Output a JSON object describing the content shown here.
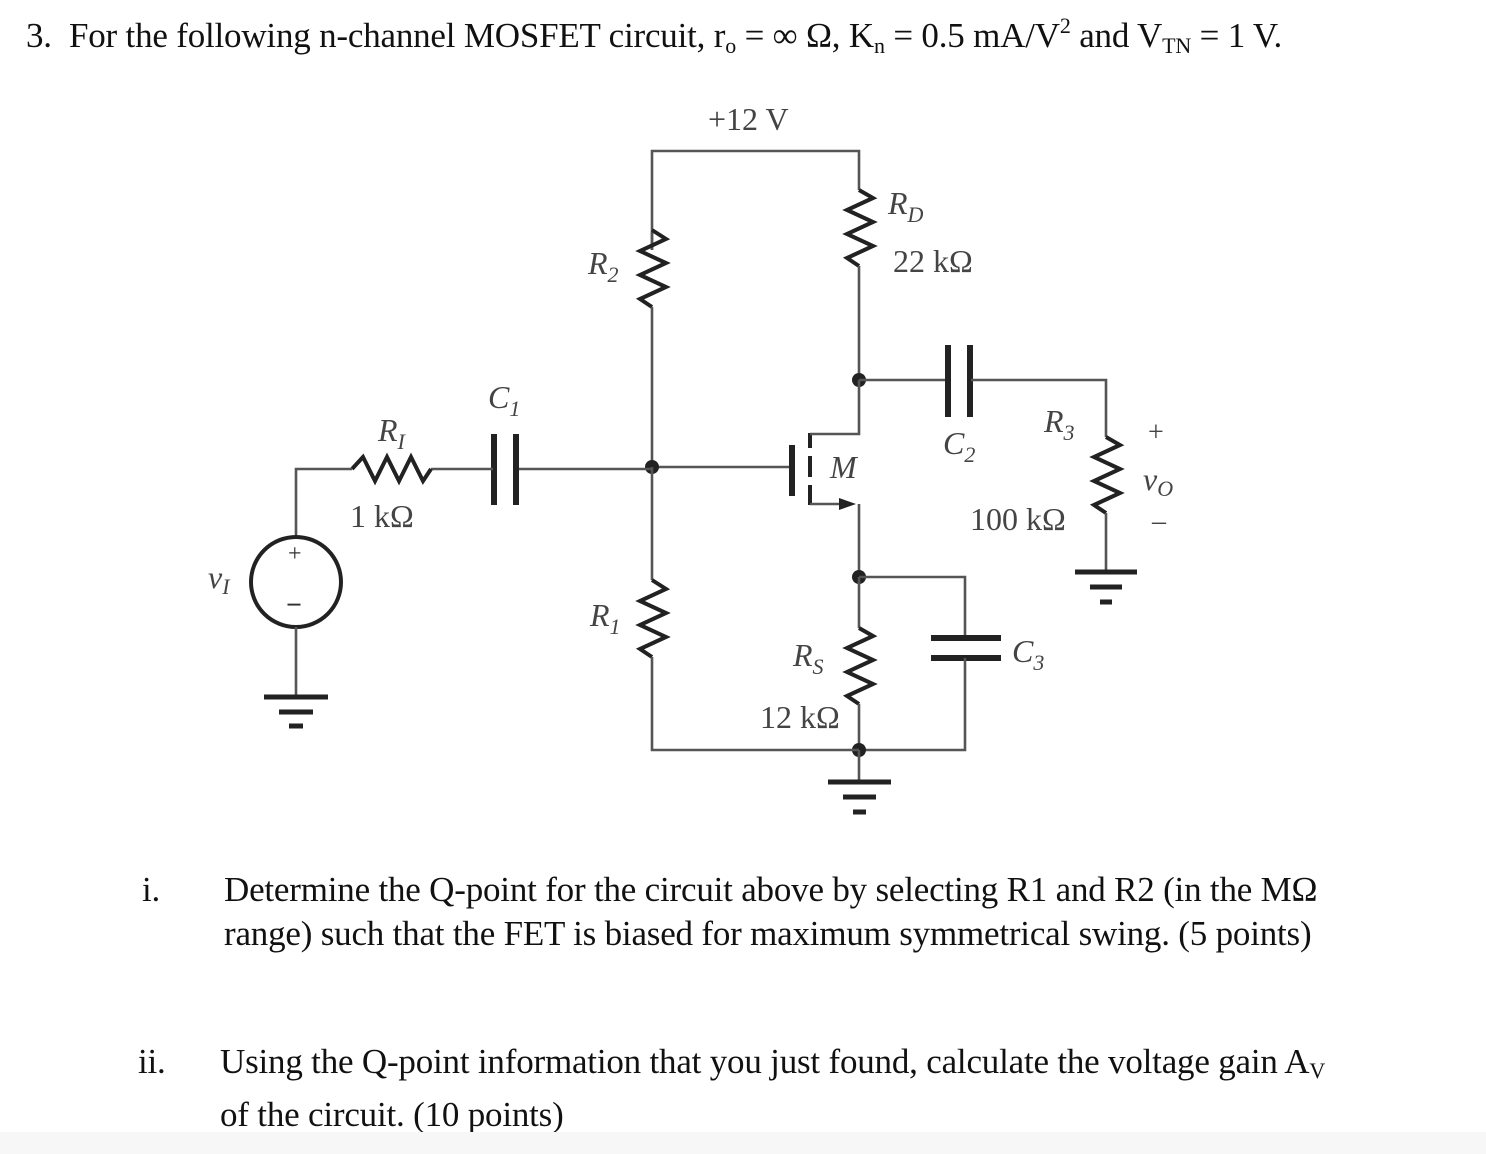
{
  "question": {
    "number": "3.",
    "intro": "For the following n-channel MOSFET circuit, ",
    "ro_symbol": "r",
    "ro_sub": "o",
    "ro_value": " = ∞ Ω, ",
    "kn_symbol": "K",
    "kn_sub": "n",
    "kn_value": " = 0.5 mA/V",
    "kn_exp": "2",
    "and": " and ",
    "vtn_symbol": "V",
    "vtn_sub": "TN",
    "vtn_value": " = 1 V."
  },
  "circuit": {
    "supply": "+12 V",
    "rd": {
      "name": "R",
      "sub": "D",
      "value": "22 kΩ"
    },
    "r2": {
      "name": "R",
      "sub": "2"
    },
    "r1": {
      "name": "R",
      "sub": "1"
    },
    "ri": {
      "name": "R",
      "sub": "I",
      "value": "1 kΩ"
    },
    "c1": {
      "name": "C",
      "sub": "1"
    },
    "c2": {
      "name": "C",
      "sub": "2"
    },
    "c3": {
      "name": "C",
      "sub": "3"
    },
    "r3": {
      "name": "R",
      "sub": "3",
      "value": "100 kΩ"
    },
    "rs": {
      "name": "R",
      "sub": "S",
      "value": "12 kΩ"
    },
    "mosfet": "M",
    "source": {
      "name": "v",
      "sub": "I",
      "plus": "+",
      "minus": "−"
    },
    "output": {
      "name": "v",
      "sub": "O",
      "plus": "+",
      "minus": "–"
    }
  },
  "parts": [
    {
      "num": "i.",
      "line1": "Determine the Q-point for the circuit above by selecting R1 and R2 (in the MΩ",
      "line2": "range) such that the FET is biased for maximum symmetrical swing. (5 points)"
    },
    {
      "num": "ii.",
      "line1_pre": "Using the Q-point information that you just found, calculate the voltage gain A",
      "line1_sub": "V",
      "line2": "of the circuit. (10 points)"
    }
  ]
}
